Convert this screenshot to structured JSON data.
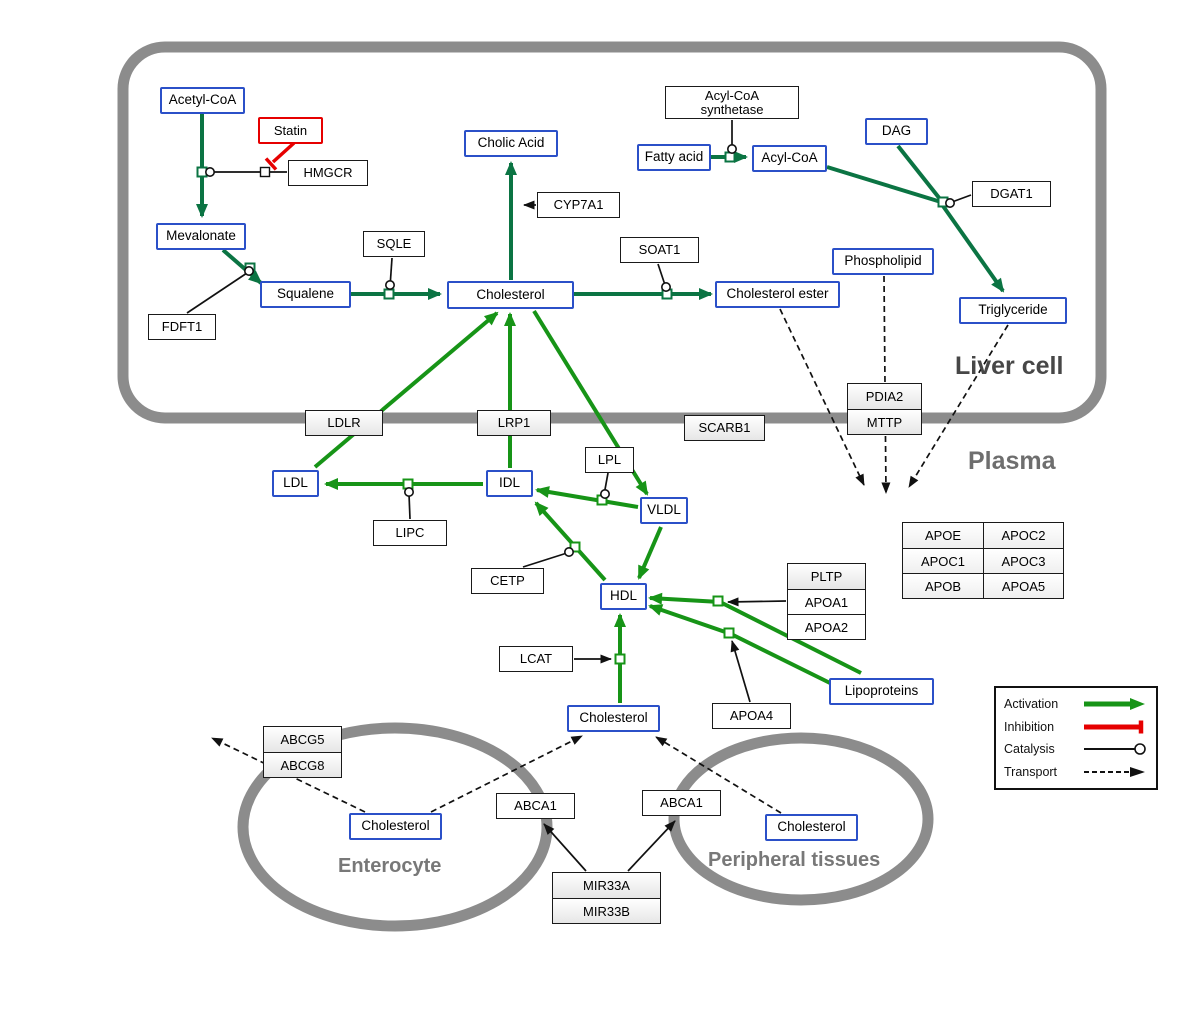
{
  "compartments": {
    "liver": "Liver cell",
    "plasma": "Plasma",
    "enterocyte": "Enterocyte",
    "peripheral": "Peripheral tissues"
  },
  "nodes": {
    "acetyl_coa": {
      "label": "Acetyl-CoA"
    },
    "statin": {
      "label": "Statin"
    },
    "hmgcr": {
      "label": "HMGCR"
    },
    "mevalonate": {
      "label": "Mevalonate"
    },
    "fdft1": {
      "label": "FDFT1"
    },
    "squalene": {
      "label": "Squalene"
    },
    "sqle": {
      "label": "SQLE"
    },
    "cholesterol_liver": {
      "label": "Cholesterol"
    },
    "cholic_acid": {
      "label": "Cholic Acid"
    },
    "cyp7a1": {
      "label": "CYP7A1"
    },
    "soat1": {
      "label": "SOAT1"
    },
    "cholesterol_ester": {
      "label": "Cholesterol ester"
    },
    "acyl_coa_synthetase": {
      "line1": "Acyl-CoA",
      "line2": "synthetase"
    },
    "fatty_acid": {
      "label": "Fatty acid"
    },
    "acyl_coa": {
      "label": "Acyl-CoA"
    },
    "dag": {
      "label": "DAG"
    },
    "dgat1": {
      "label": "DGAT1"
    },
    "phospholipid": {
      "label": "Phospholipid"
    },
    "triglyceride": {
      "label": "Triglyceride"
    },
    "pdia2": {
      "label": "PDIA2"
    },
    "mttp": {
      "label": "MTTP"
    },
    "ldlr": {
      "label": "LDLR"
    },
    "lrp1": {
      "label": "LRP1"
    },
    "scarb1": {
      "label": "SCARB1"
    },
    "ldl": {
      "label": "LDL"
    },
    "idl": {
      "label": "IDL"
    },
    "vldl": {
      "label": "VLDL"
    },
    "lpl": {
      "label": "LPL"
    },
    "lipc": {
      "label": "LIPC"
    },
    "cetp": {
      "label": "CETP"
    },
    "hdl": {
      "label": "HDL"
    },
    "lcat": {
      "label": "LCAT"
    },
    "pltp": {
      "label": "PLTP"
    },
    "apoa1": {
      "label": "APOA1"
    },
    "apoa2": {
      "label": "APOA2"
    },
    "apoa4": {
      "label": "APOA4"
    },
    "lipoproteins": {
      "label": "Lipoproteins"
    },
    "cholesterol_plasma": {
      "label": "Cholesterol"
    },
    "abcg5": {
      "label": "ABCG5"
    },
    "abcg8": {
      "label": "ABCG8"
    },
    "cholesterol_enterocyte": {
      "label": "Cholesterol"
    },
    "abca1_left": {
      "label": "ABCA1"
    },
    "abca1_right": {
      "label": "ABCA1"
    },
    "cholesterol_peripheral": {
      "label": "Cholesterol"
    },
    "mir33a": {
      "label": "MIR33A"
    },
    "mir33b": {
      "label": "MIR33B"
    }
  },
  "apo_table": [
    [
      "APOE",
      "APOC2"
    ],
    [
      "APOC1",
      "APOC3"
    ],
    [
      "APOB",
      "APOA5"
    ]
  ],
  "legend": {
    "items": [
      {
        "label": "Activation"
      },
      {
        "label": "Inhibition"
      },
      {
        "label": "Catalysis"
      },
      {
        "label": "Transport"
      }
    ]
  },
  "colors": {
    "metabolite_border": "#2b50c8",
    "inhibition_red": "#e60000",
    "activation_green": "#179417",
    "conversion_green": "#0b7443",
    "membrane_gray": "#8c8c8c"
  }
}
